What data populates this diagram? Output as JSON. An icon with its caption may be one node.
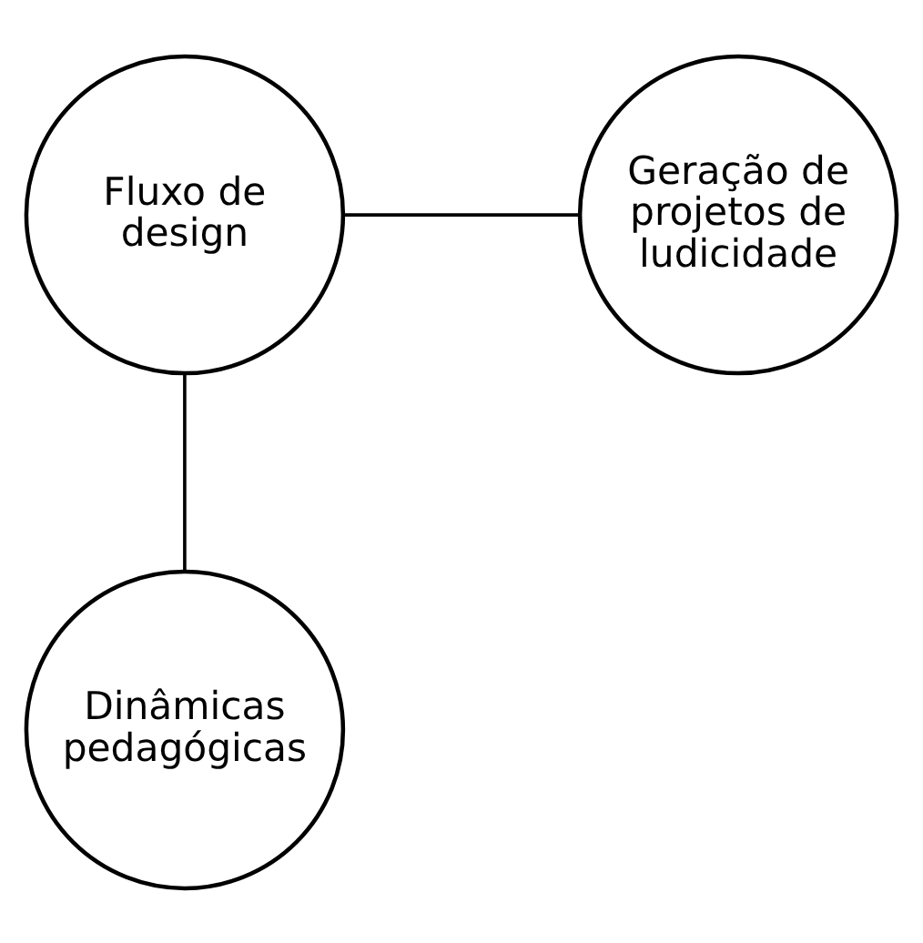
{
  "diagram": {
    "nodes": [
      {
        "text": [
          "Fluxo de design"
        ]
      },
      {
        "text": [
          "Geração de projetos de ludicidade"
        ]
      },
      {
        "text": [
          "Dinâmicas pedagógicas"
        ]
      }
    ],
    "edges": [
      {
        "from": 0,
        "to": 1,
        "arrow": "none"
      },
      {
        "from": 0,
        "to": 2,
        "arrow": "none"
      }
    ]
  }
}
